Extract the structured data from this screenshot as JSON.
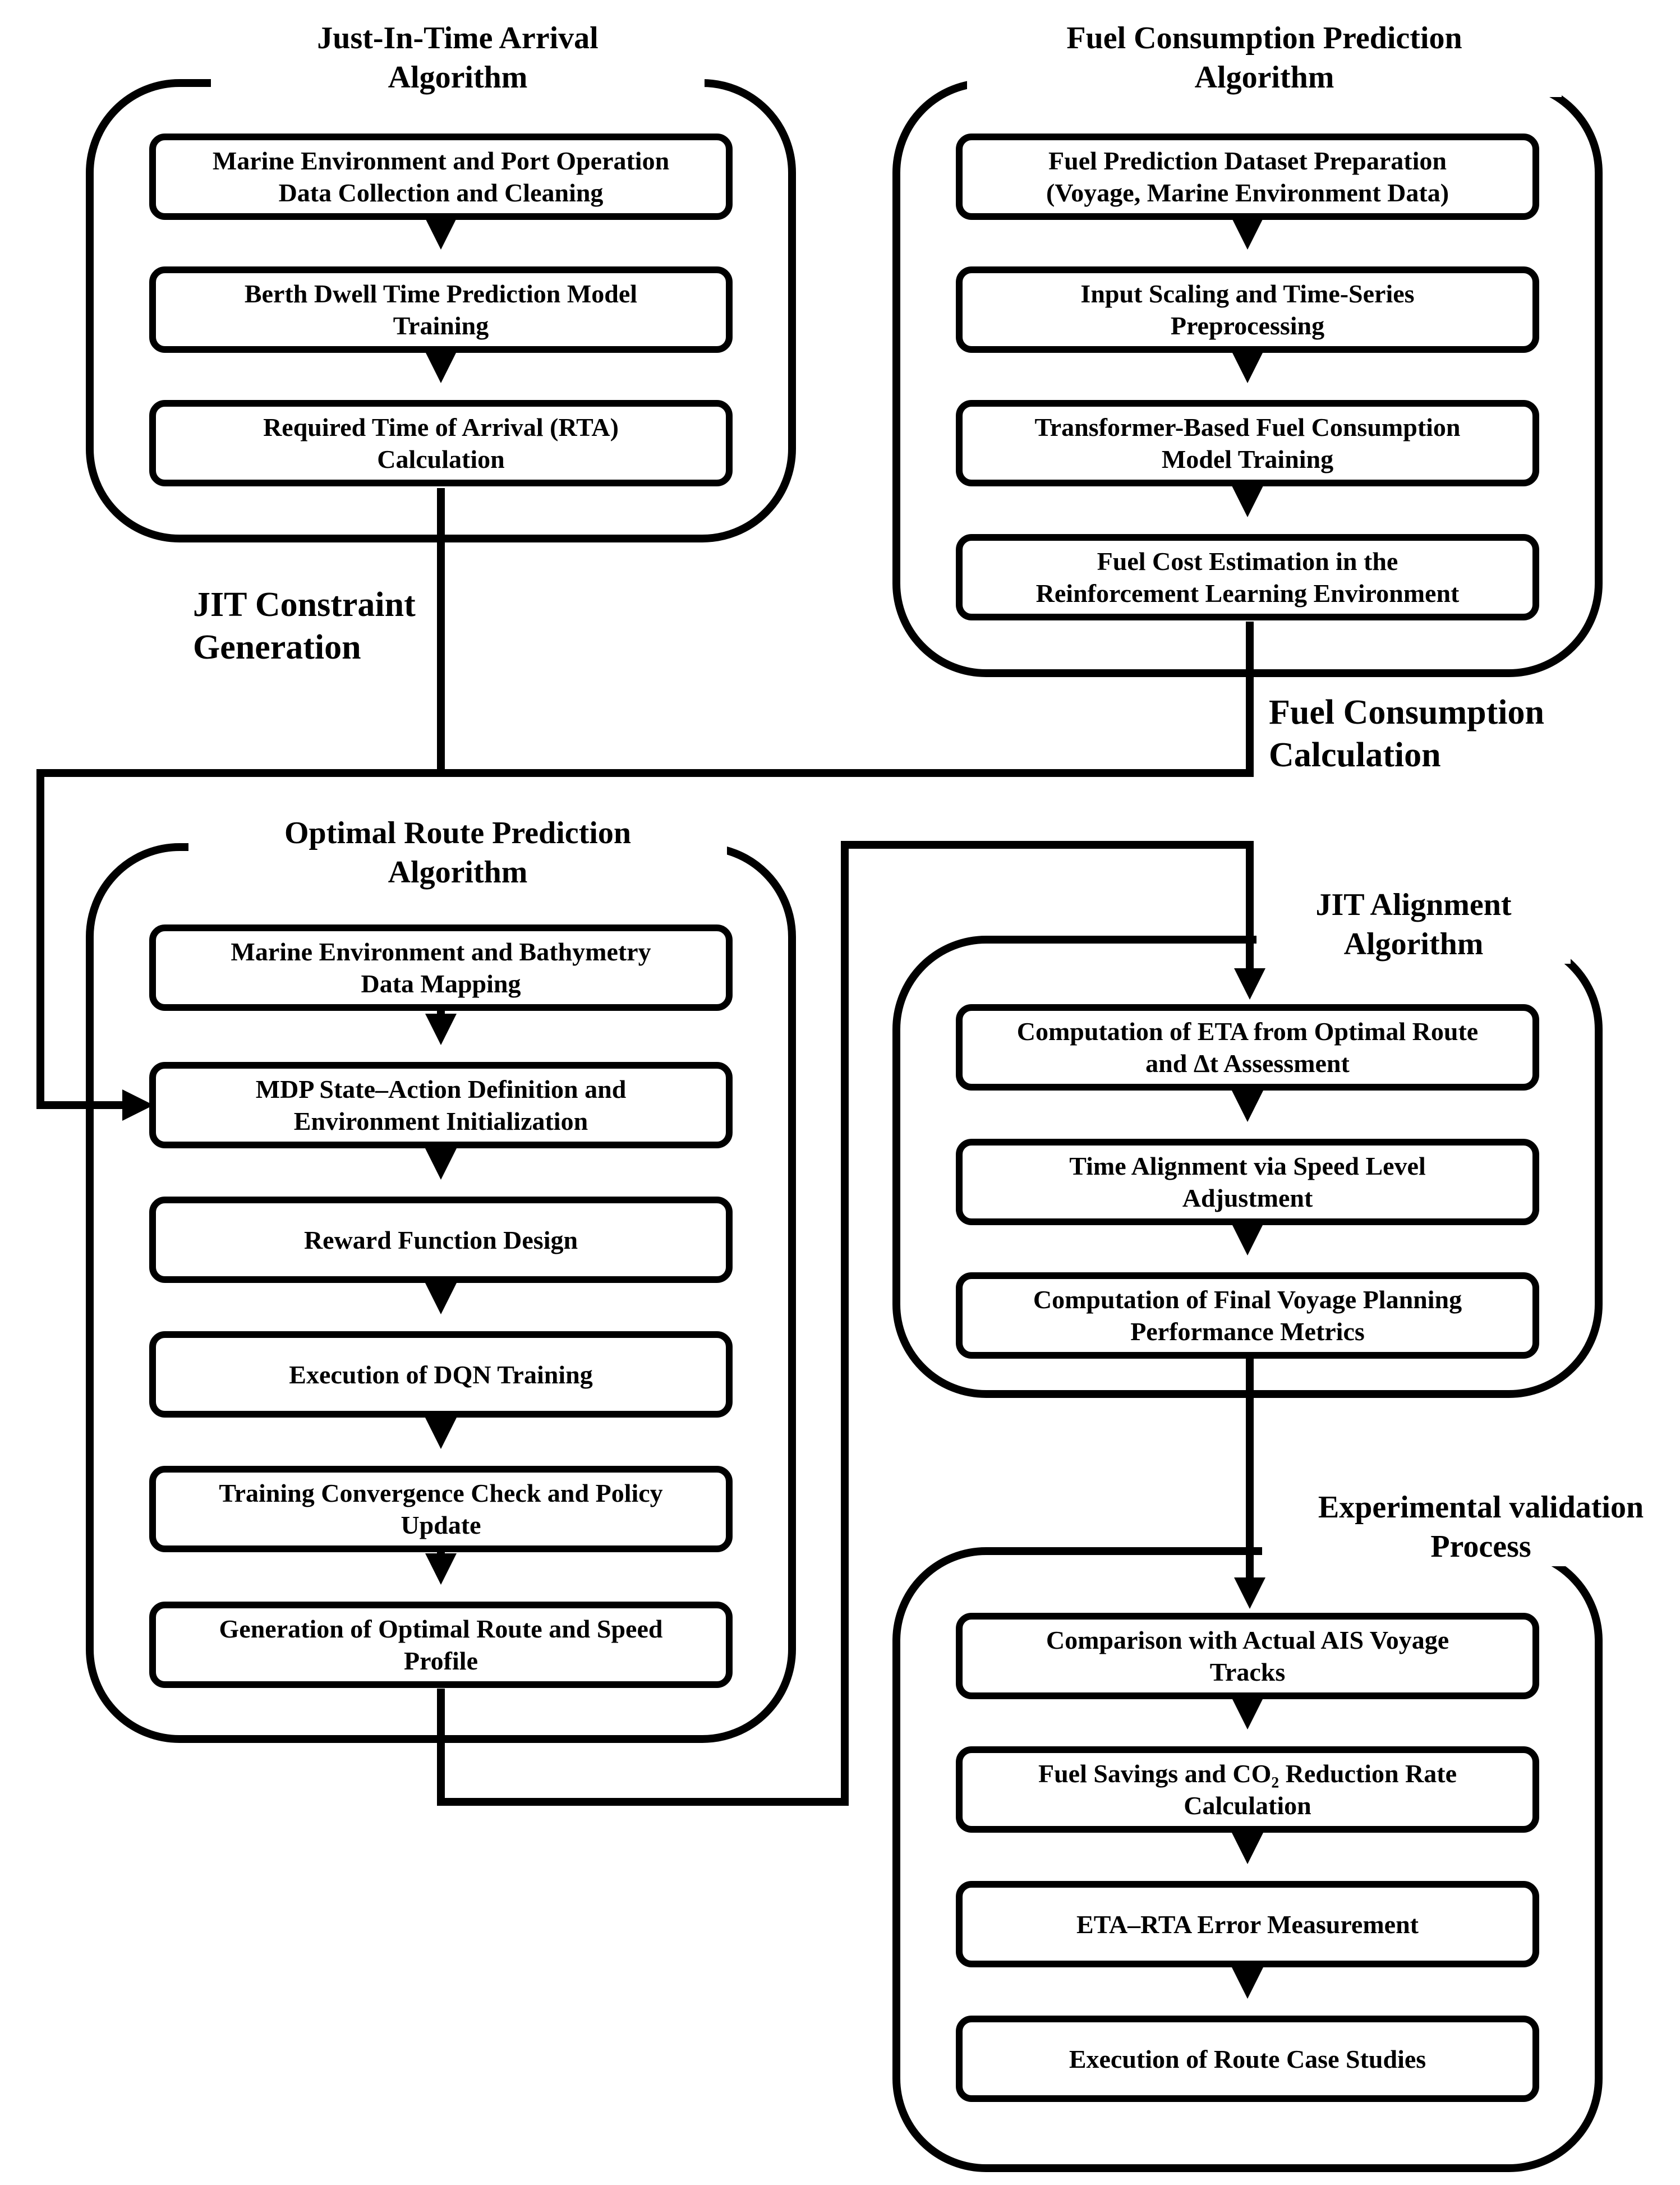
{
  "jit_arrival": {
    "title": "Just-In-Time Arrival\nAlgorithm",
    "steps": [
      "Marine Environment and Port Operation\nData Collection and Cleaning",
      "Berth Dwell Time Prediction Model\nTraining",
      "Required Time of Arrival (RTA)\nCalculation"
    ]
  },
  "fuel_prediction": {
    "title": "Fuel Consumption Prediction\nAlgorithm",
    "steps": [
      "Fuel Prediction Dataset Preparation\n(Voyage, Marine Environment Data)",
      "Input Scaling and Time-Series\nPreprocessing",
      "Transformer-Based Fuel Consumption\nModel Training",
      "Fuel Cost Estimation in the\nReinforcement Learning Environment"
    ]
  },
  "optimal_route": {
    "title": "Optimal Route Prediction\nAlgorithm",
    "steps": [
      "Marine Environment and Bathymetry\nData Mapping",
      "MDP State–Action Definition and\nEnvironment Initialization",
      "Reward Function Design",
      "Execution of DQN Training",
      "Training Convergence Check and Policy\nUpdate",
      "Generation of Optimal Route and Speed\nProfile"
    ]
  },
  "jit_alignment": {
    "title": "JIT Alignment\nAlgorithm",
    "steps": [
      "Computation of ETA from Optimal Route\nand Δt Assessment",
      "Time Alignment via Speed Level\nAdjustment",
      "Computation of Final Voyage Planning\nPerformance Metrics"
    ]
  },
  "validation": {
    "title": "Experimental validation\nProcess",
    "steps": [
      "Comparison with Actual AIS Voyage\nTracks",
      "Fuel Savings and CO₂ Reduction Rate\nCalculation",
      "ETA–RTA Error Measurement",
      "Execution of Route Case Studies"
    ]
  },
  "connectors": {
    "jit_constraint": "JIT Constraint\nGeneration",
    "fuel_calc": "Fuel Consumption\nCalculation"
  }
}
